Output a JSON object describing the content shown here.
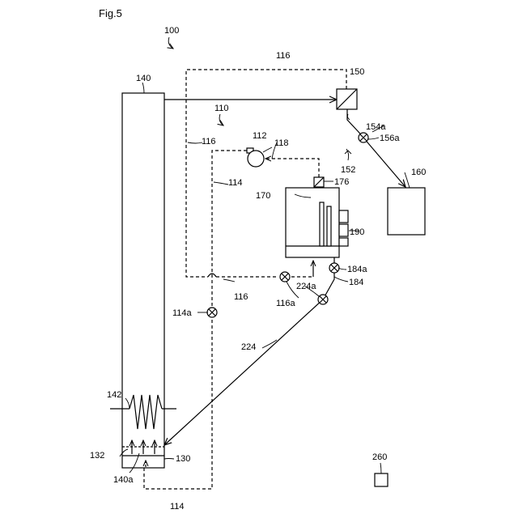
{
  "figure_title": "Fig.5",
  "labels": {
    "l100": "100",
    "l110": "110",
    "l112": "112",
    "l114_top": "114",
    "l114a": "114a",
    "l114_bottom": "114",
    "l116_top": "116",
    "l116_left": "116",
    "l116_bottom": "116",
    "l116a": "116a",
    "l118": "118",
    "l130": "130",
    "l132": "132",
    "l140": "140",
    "l140a": "140a",
    "l142": "142",
    "l150": "150",
    "l152": "152",
    "l154a": "154a",
    "l156a": "156a",
    "l160": "160",
    "l170": "170",
    "l176": "176",
    "l184a": "184a",
    "l184": "184",
    "l190": "190",
    "l224a": "224a",
    "l224": "224",
    "l260": "260"
  }
}
